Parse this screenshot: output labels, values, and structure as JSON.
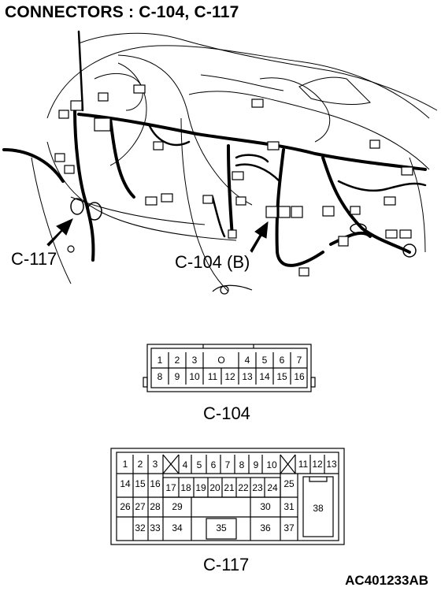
{
  "title": "CONNECTORS : C-104, C-117",
  "callouts": {
    "c117": "C-117",
    "c104b": "C-104 (B)"
  },
  "connectors": {
    "c104": {
      "caption": "C-104",
      "row1": [
        "1",
        "2",
        "3",
        "O",
        "4",
        "5",
        "6",
        "7"
      ],
      "row2": [
        "8",
        "9",
        "10",
        "11",
        "12",
        "13",
        "14",
        "15",
        "16"
      ]
    },
    "c117": {
      "caption": "C-117",
      "row1": [
        "1",
        "2",
        "3",
        "4",
        "5",
        "6",
        "7",
        "8",
        "9",
        "10",
        "11",
        "12",
        "13"
      ],
      "row2": [
        "14",
        "15",
        "16",
        "17",
        "18",
        "19",
        "20",
        "21",
        "22",
        "23",
        "24",
        "25"
      ],
      "row3": [
        "26",
        "27",
        "28",
        "29",
        "30",
        "31",
        "38"
      ],
      "row4": [
        "32",
        "33",
        "34",
        "35",
        "36",
        "37"
      ]
    }
  },
  "reference_code": "AC401233AB"
}
